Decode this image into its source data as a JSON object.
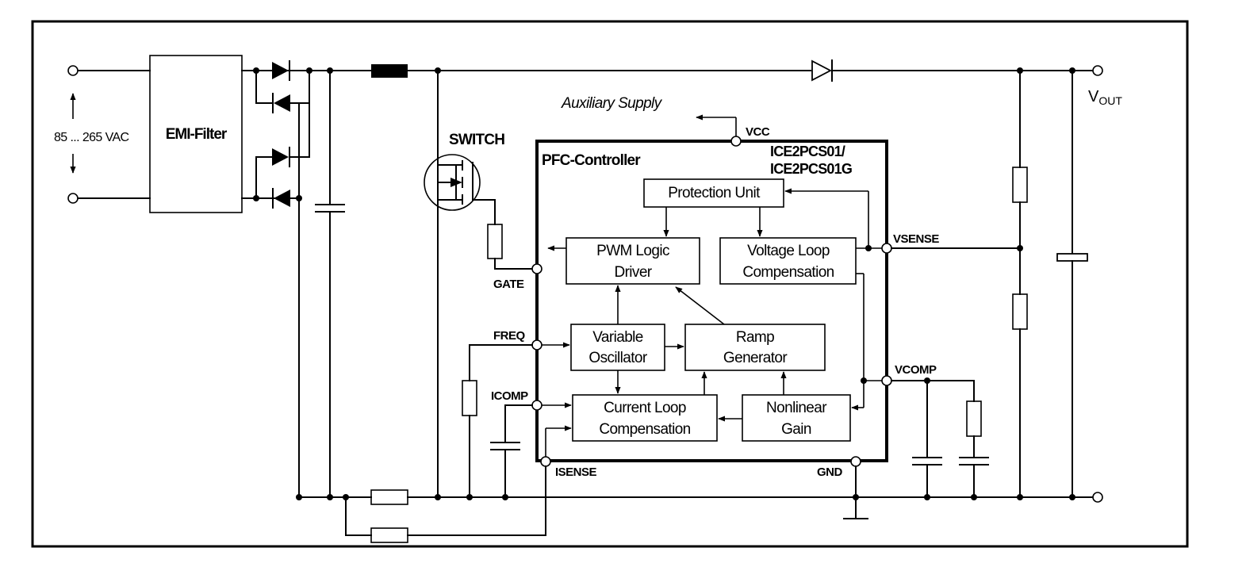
{
  "input": {
    "voltage_label": "85 ... 265 VAC"
  },
  "emi_filter": {
    "label": "EMI-Filter"
  },
  "switch": {
    "label": "SWITCH"
  },
  "aux_supply": {
    "label": "Auxiliary Supply"
  },
  "output": {
    "v": "V",
    "sub": "OUT"
  },
  "controller": {
    "title": "PFC-Controller",
    "part_line1": "ICE2PCS01/",
    "part_line2": "ICE2PCS01G"
  },
  "blocks": {
    "protection": "Protection Unit",
    "pwm_line1": "PWM Logic",
    "pwm_line2": "Driver",
    "voltage_loop_line1": "Voltage Loop",
    "voltage_loop_line2": "Compensation",
    "oscillator_line1": "Variable",
    "oscillator_line2": "Oscillator",
    "ramp_line1": "Ramp",
    "ramp_line2": "Generator",
    "current_loop_line1": "Current Loop",
    "current_loop_line2": "Compensation",
    "nonlinear_line1": "Nonlinear",
    "nonlinear_line2": "Gain"
  },
  "pins": {
    "vcc": "VCC",
    "gate": "GATE",
    "freq": "FREQ",
    "icomp": "ICOMP",
    "isense": "ISENSE",
    "gnd": "GND",
    "vsense": "VSENSE",
    "vcomp": "VCOMP"
  }
}
